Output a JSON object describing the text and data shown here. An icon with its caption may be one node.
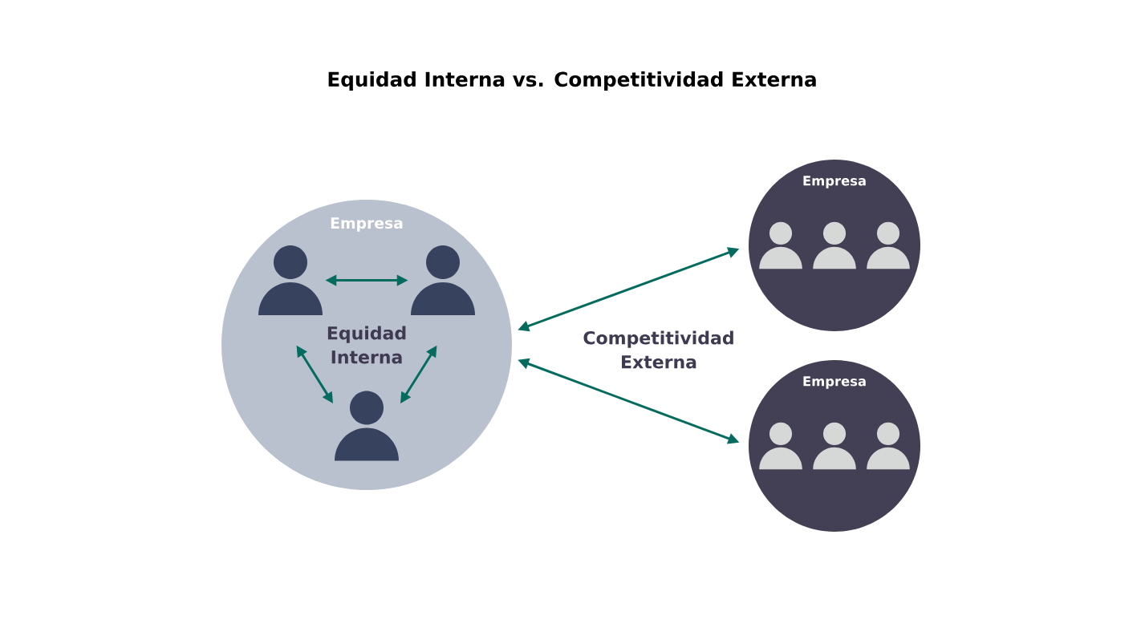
{
  "diagram": {
    "title": "Equidad Interna vs. Competitividad Externa",
    "nodes": [
      {
        "text": [
          "Empresa",
          "Equidad Interna"
        ]
      },
      {
        "text": [],
        "shape": "person",
        "in": 0
      },
      {
        "text": [],
        "shape": "person",
        "in": 0
      },
      {
        "text": [],
        "shape": "person",
        "in": 0
      },
      {
        "text": [
          "Empresa"
        ]
      },
      {
        "text": [],
        "shape": "person",
        "in": 4
      },
      {
        "text": [],
        "shape": "person",
        "in": 4
      },
      {
        "text": [],
        "shape": "person",
        "in": 4
      },
      {
        "text": [
          "Empresa"
        ]
      },
      {
        "text": [],
        "shape": "person",
        "in": 8
      },
      {
        "text": [],
        "shape": "person",
        "in": 8
      },
      {
        "text": [],
        "shape": "person",
        "in": 8
      }
    ],
    "edges": [
      {
        "from": 1,
        "to": 2,
        "arrow": "both"
      },
      {
        "from": 1,
        "to": 3,
        "arrow": "both"
      },
      {
        "from": 2,
        "to": 3,
        "arrow": "both"
      },
      {
        "from": 0,
        "to": 4,
        "arrow": "both"
      },
      {
        "from": 0,
        "to": 8,
        "arrow": "both"
      }
    ],
    "labels": [
      "Competitividad Externa"
    ]
  }
}
